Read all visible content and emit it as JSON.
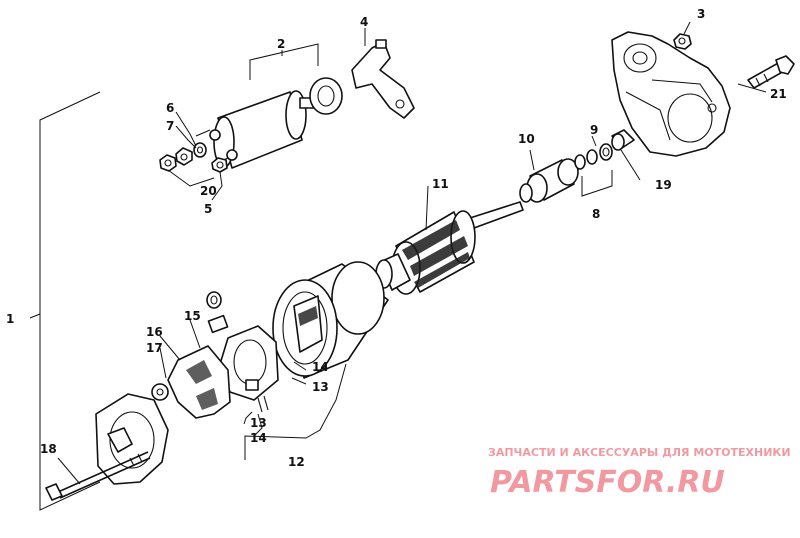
{
  "callouts": {
    "n1": "1",
    "n2": "2",
    "n3": "3",
    "n4": "4",
    "n5": "5",
    "n6": "6",
    "n7": "7",
    "n8": "8",
    "n9": "9",
    "n10": "10",
    "n11": "11",
    "n12": "12",
    "n13a": "13",
    "n13b": "13",
    "n14a": "14",
    "n14b": "14",
    "n15": "15",
    "n16": "16",
    "n17": "17",
    "n18": "18",
    "n19": "19",
    "n20": "20",
    "n21": "21"
  },
  "watermark": {
    "subtitle": "ЗАПЧАСТИ И АКСЕССУАРЫ ДЛЯ МОТОТЕХНИКИ",
    "logo": "PARTSFOR.RU",
    "color": "#e21b2e"
  }
}
